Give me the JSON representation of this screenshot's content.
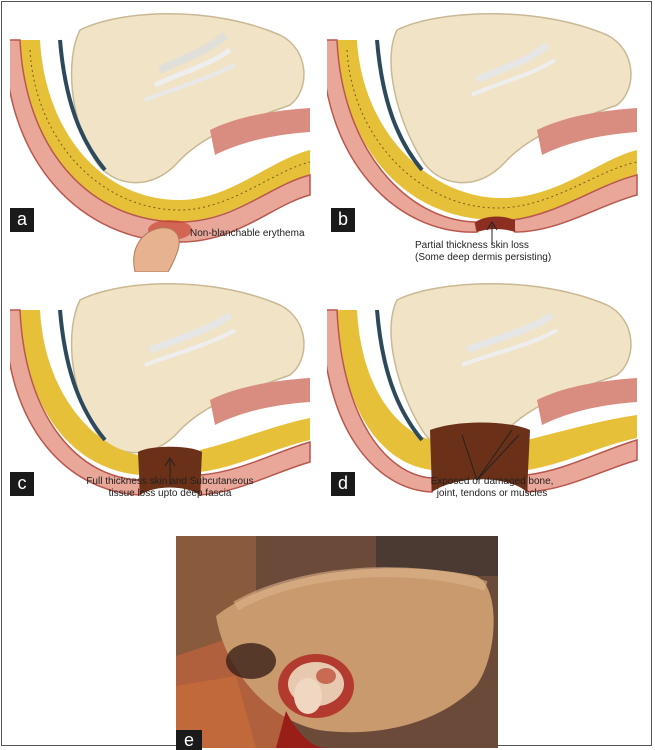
{
  "panels": {
    "a": {
      "letter": "a",
      "caption": "Non-blanchable erythema"
    },
    "b": {
      "letter": "b",
      "caption_line1": "Partial thickness skin loss",
      "caption_line2": "(Some deep dermis persisting)"
    },
    "c": {
      "letter": "c",
      "caption_line1": "Full thickness skin and Subcutaneous",
      "caption_line2": "tissue loss upto deep fascia"
    },
    "d": {
      "letter": "d",
      "caption_line1": "Exposed or damaged bone,",
      "caption_line2": "joint, tendons or muscles"
    },
    "e": {
      "letter": "e"
    }
  },
  "colors": {
    "skin_outer": "#e9a79a",
    "skin_line": "#b8574d",
    "fat": "#e7c03a",
    "fat_dots": "#7a5a1a",
    "bone": "#f1e3c6",
    "muscle": "#d98c80",
    "wound": "#6a3018"
  }
}
